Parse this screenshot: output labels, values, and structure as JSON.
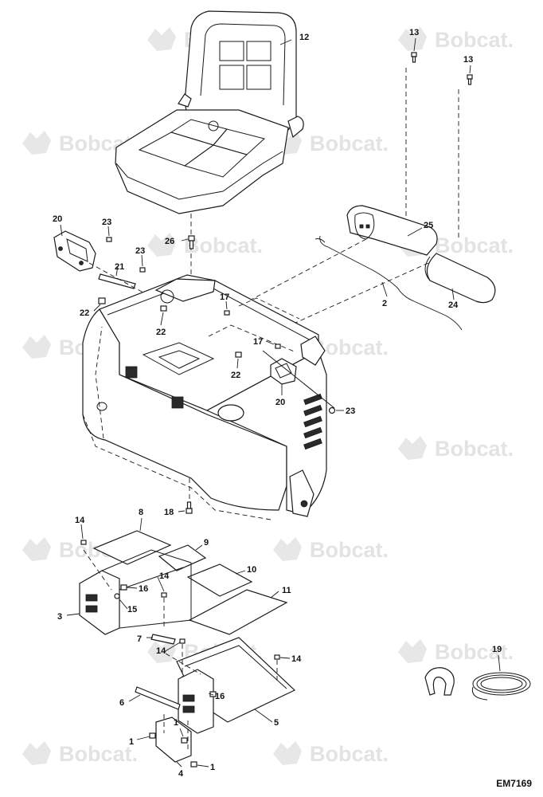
{
  "watermark": {
    "brand": "Bobcat."
  },
  "figure_code": "EM7169",
  "callouts": {
    "c1a": "1",
    "c1b": "1",
    "c1c": "1",
    "c2": "2",
    "c3": "3",
    "c4": "4",
    "c5": "5",
    "c6": "6",
    "c7": "7",
    "c8": "8",
    "c9": "9",
    "c10": "10",
    "c11": "11",
    "c12": "12",
    "c13a": "13",
    "c13b": "13",
    "c14a": "14",
    "c14b": "14",
    "c14c": "14",
    "c14d": "14",
    "c15": "15",
    "c16a": "16",
    "c16b": "16",
    "c17a": "17",
    "c17b": "17",
    "c18": "18",
    "c19": "19",
    "c20a": "20",
    "c20b": "20",
    "c21": "21",
    "c22a": "22",
    "c22b": "22",
    "c22c": "22",
    "c23a": "23",
    "c23b": "23",
    "c23c": "23",
    "c24": "24",
    "c25": "25",
    "c26": "26"
  }
}
